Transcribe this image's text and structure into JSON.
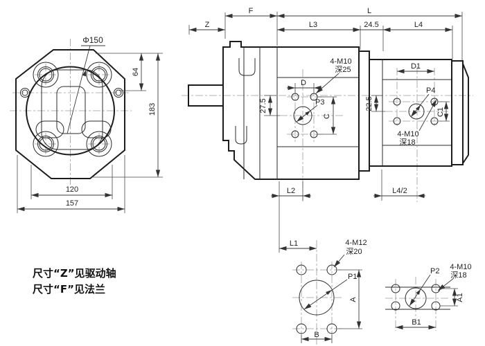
{
  "drawing": {
    "front_view": {
      "dia": "Φ150",
      "h64": "64",
      "h183": "183",
      "w120": "120",
      "w157": "157"
    },
    "side_view": {
      "z": "Z",
      "f": "F",
      "l": "L",
      "l3": "L3",
      "g245": "24.5",
      "l4": "L4",
      "d": "D",
      "m10": "4-M10",
      "m10_depth": "深25",
      "p3": "P3",
      "o275": "27.5",
      "c": "C",
      "d1": "D1",
      "p4": "P4",
      "o225": "22.5",
      "c1": "C1",
      "m10b": "4-M10",
      "m10b_depth": "深18",
      "l2": "L2",
      "l42": "L4/2"
    },
    "port_view_main": {
      "l1": "L1",
      "m12": "4-M12",
      "m12_depth": "深20",
      "p1": "P1",
      "a": "A",
      "b": "B"
    },
    "port_view_aux": {
      "p2": "P2",
      "m10": "4-M10",
      "m10_depth": "深18",
      "a1": "A1",
      "b1": "B1"
    },
    "notes": {
      "line1": "尺寸“Z”见驱动轴",
      "line2": "尺寸“F”见法兰"
    },
    "colors": {
      "line": "#1c1c1c",
      "dimension": "#3a3a3a",
      "centerline": "#9a9a9a",
      "background": "#ffffff"
    }
  }
}
